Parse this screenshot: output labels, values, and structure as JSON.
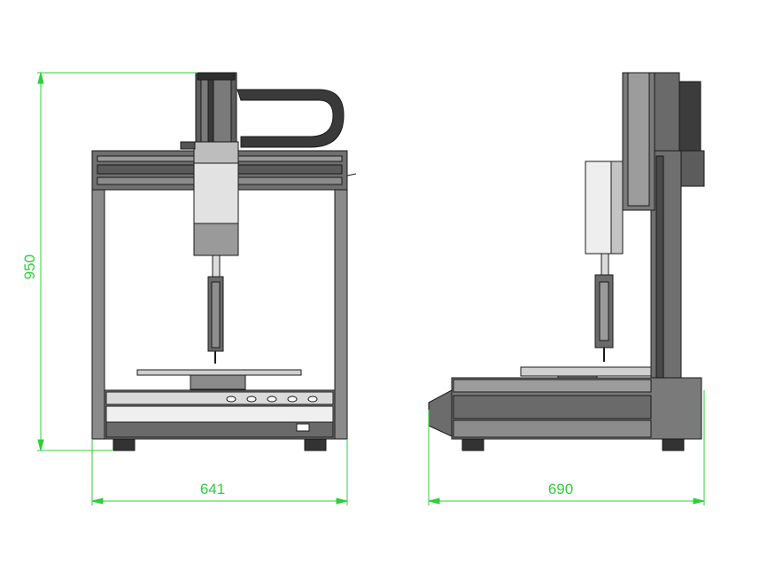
{
  "colors": {
    "dimension": "#2fcf3a",
    "outline": "#1a1a1a",
    "frame": "#7a7a7a",
    "frame_dark": "#4a4a4a",
    "panel_light": "#d6d6d6",
    "panel_white": "#efefef"
  },
  "dimensions": {
    "height": "950",
    "front_width": "641",
    "side_depth": "690"
  }
}
